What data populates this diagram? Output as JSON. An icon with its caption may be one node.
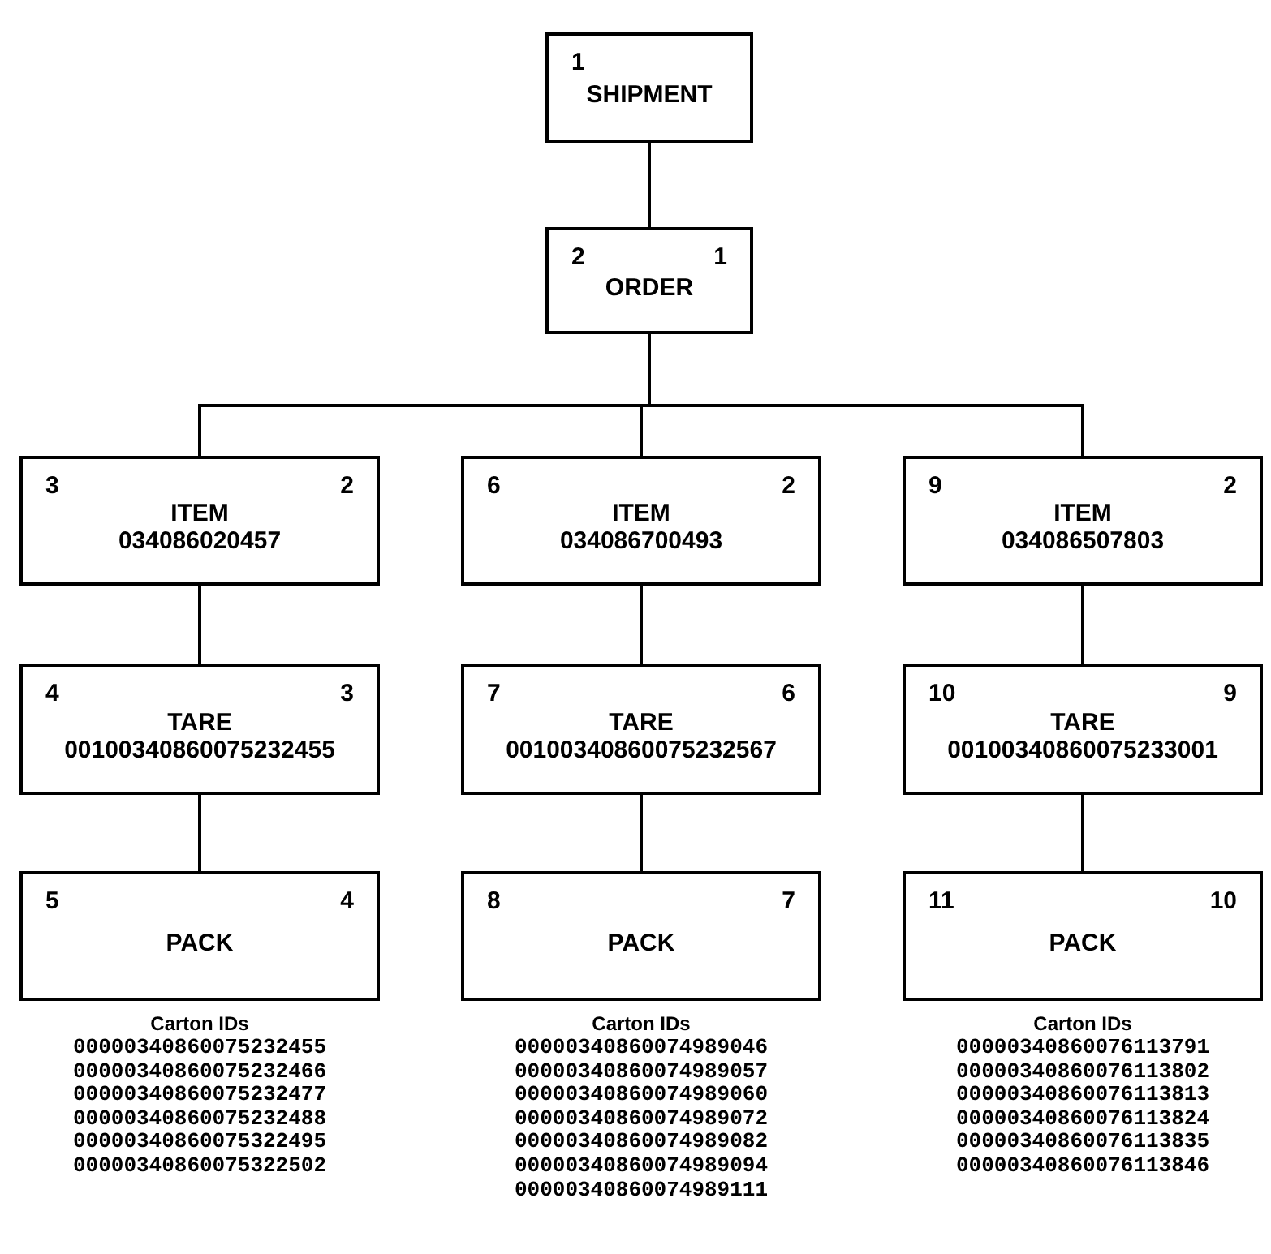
{
  "diagram": {
    "nodes": [
      {
        "text": [
          "1",
          "SHIPMENT"
        ]
      },
      {
        "text": [
          "2",
          "1",
          "ORDER"
        ]
      },
      {
        "text": [
          "3",
          "2",
          "ITEM",
          "034086020457"
        ]
      },
      {
        "text": [
          "4",
          "3",
          "TARE",
          "00100340860075232455"
        ]
      },
      {
        "text": [
          "5",
          "4",
          "PACK"
        ],
        "beside": [
          "Carton IDs",
          "00000340860075232455",
          "00000340860075232466",
          "00000340860075232477",
          "00000340860075232488",
          "00000340860075322495",
          "00000340860075322502"
        ]
      },
      {
        "text": [
          "6",
          "2",
          "ITEM",
          "034086700493"
        ]
      },
      {
        "text": [
          "7",
          "6",
          "TARE",
          "00100340860075232567"
        ]
      },
      {
        "text": [
          "8",
          "7",
          "PACK"
        ],
        "beside": [
          "Carton IDs",
          "00000340860074989046",
          "00000340860074989057",
          "00000340860074989060",
          "00000340860074989072",
          "00000340860074989082",
          "00000340860074989094",
          "00000340860074989111"
        ]
      },
      {
        "text": [
          "9",
          "2",
          "ITEM",
          "034086507803"
        ]
      },
      {
        "text": [
          "10",
          "9",
          "TARE",
          "00100340860075233001"
        ]
      },
      {
        "text": [
          "11",
          "10",
          "PACK"
        ],
        "beside": [
          "Carton IDs",
          "00000340860076113791",
          "00000340860076113802",
          "00000340860076113813",
          "00000340860076113824",
          "00000340860076113835",
          "00000340860076113846"
        ]
      }
    ],
    "edges": [
      {
        "from": 0,
        "to": 1,
        "arrow": "none"
      },
      {
        "from": 1,
        "to": 2,
        "arrow": "none"
      },
      {
        "from": 1,
        "to": 5,
        "arrow": "none"
      },
      {
        "from": 1,
        "to": 8,
        "arrow": "none"
      },
      {
        "from": 2,
        "to": 3,
        "arrow": "none"
      },
      {
        "from": 3,
        "to": 4,
        "arrow": "none"
      },
      {
        "from": 5,
        "to": 6,
        "arrow": "none"
      },
      {
        "from": 6,
        "to": 7,
        "arrow": "none"
      },
      {
        "from": 8,
        "to": 9,
        "arrow": "none"
      },
      {
        "from": 9,
        "to": 10,
        "arrow": "none"
      }
    ]
  }
}
